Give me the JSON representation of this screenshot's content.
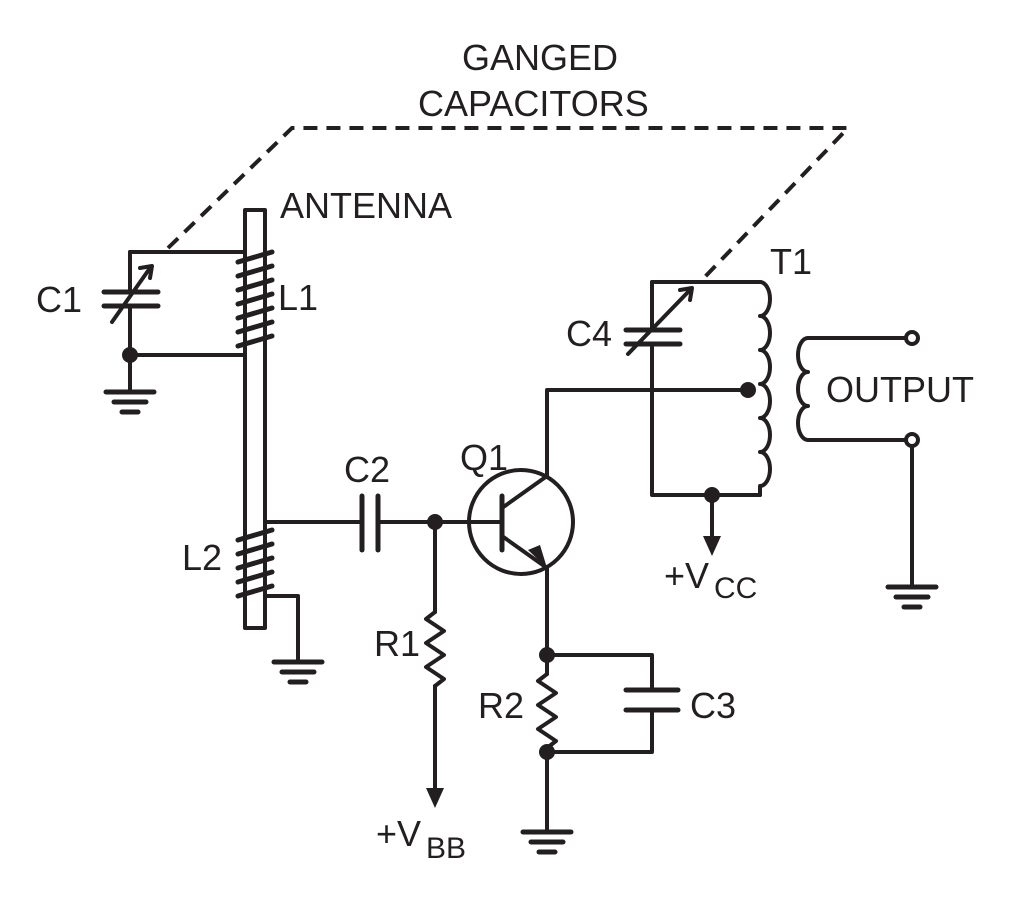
{
  "labels": {
    "ganged_line1": "GANGED",
    "ganged_line2": "CAPACITORS",
    "antenna": "ANTENNA",
    "c1": "C1",
    "l1": "L1",
    "l2": "L2",
    "c2": "C2",
    "q1": "Q1",
    "r1": "R1",
    "r2": "R2",
    "c3": "C3",
    "c4": "C4",
    "t1": "T1",
    "output": "OUTPUT",
    "vbb_main": "+V",
    "vbb_sub": "BB",
    "vcc_main": "+V",
    "vcc_sub": "CC"
  },
  "colors": {
    "ink": "#231f20",
    "background": "#ffffff"
  }
}
